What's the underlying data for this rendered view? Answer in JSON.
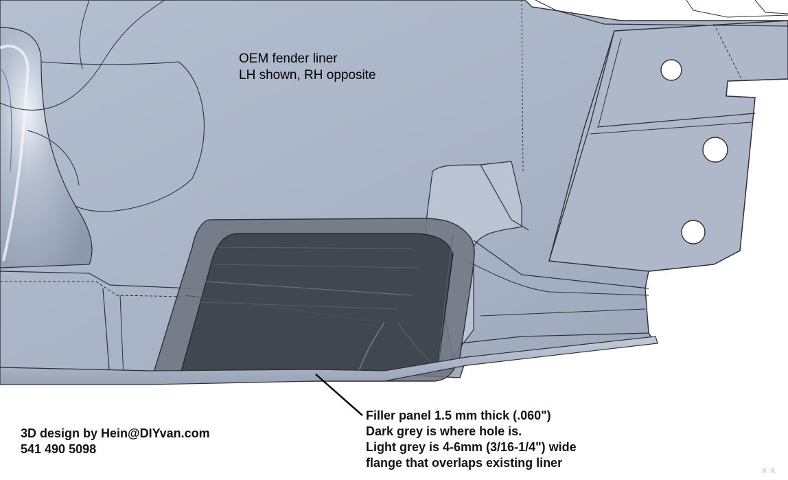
{
  "oem_label": {
    "line1": "OEM fender liner",
    "line2": "LH shown, RH opposite"
  },
  "filler_note": {
    "line1": "Filler panel 1.5 mm thick (.060\")",
    "line2": "Dark grey is where hole is.",
    "line3": "Light grey is 4-6mm (3/16-1/4\") wide",
    "line4": "flange that overlaps existing liner"
  },
  "credit": {
    "line1": "3D design by Hein@DIYvan.com",
    "line2": "541 490 5098"
  },
  "corner_mark": "X X",
  "colors": {
    "liner": "#a9b4c6",
    "liner_shadow": "#8e99ad",
    "liner_highlight": "#e9edf3",
    "filler_dark": "#434850",
    "filler_light": "#7a8089",
    "edge": "#2c2f36"
  }
}
